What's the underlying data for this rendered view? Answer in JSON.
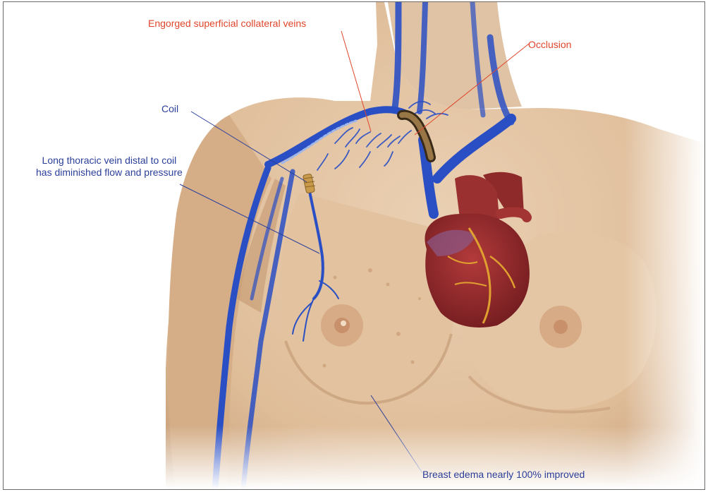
{
  "labels": {
    "collateral_veins": "Engorged superficial collateral veins",
    "occlusion": "Occlusion",
    "coil": "Coil",
    "thoracic_line1": "Long thoracic vein distal to coil",
    "thoracic_line2": "has diminished flow and pressure",
    "breast_edema": "Breast edema nearly 100% improved"
  },
  "colors": {
    "skin": "#e3c3a0",
    "skin_shadow": "#c99f77",
    "vein": "#2a4fc4",
    "heart": "#8e2428",
    "coronary": "#e0a030",
    "label_red": "#e0452b",
    "label_blue": "#2b3f9a"
  },
  "icons": {
    "coil": "coil-icon",
    "occlusion": "occlusion-stent-icon",
    "heart": "heart-icon"
  }
}
